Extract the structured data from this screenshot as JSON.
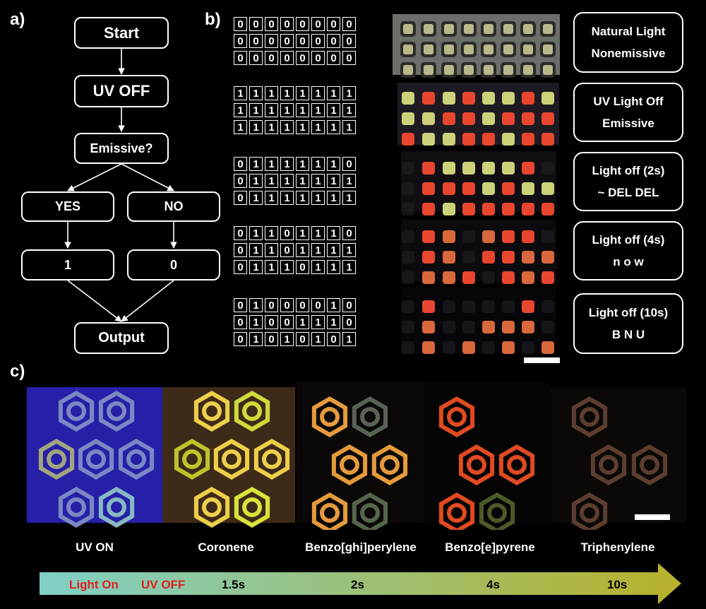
{
  "labels": {
    "a": "a)",
    "b": "b)",
    "c": "c)"
  },
  "flowchart": {
    "start": "Start",
    "uv_off": "UV OFF",
    "emissive": "Emissive?",
    "yes": "YES",
    "no": "NO",
    "one": "1",
    "zero": "0",
    "output": "Output"
  },
  "bit_groups": [
    {
      "rows": [
        "00000000",
        "00000000",
        "00000000"
      ],
      "line1": "Natural Light",
      "line2": "Nonemissive"
    },
    {
      "rows": [
        "11111111",
        "11111111",
        "11111111"
      ],
      "line1": "UV Light Off",
      "line2": "Emissive"
    },
    {
      "rows": [
        "01111110",
        "01111111",
        "01111111"
      ],
      "line1": "Light off (2s)",
      "line2": "~ DEL DEL"
    },
    {
      "rows": [
        "01101110",
        "01101111",
        "01110111"
      ],
      "line1": "Light off (4s)",
      "line2": "n o w"
    },
    {
      "rows": [
        "01000010",
        "01001110",
        "01010101"
      ],
      "line1": "Light off (10s)",
      "line2": "B N U"
    }
  ],
  "dot_grids": [
    {
      "type": "natural",
      "colors": [
        [
          "t",
          "t",
          "t",
          "t",
          "t",
          "t",
          "t",
          "t"
        ],
        [
          "t",
          "t",
          "t",
          "t",
          "t",
          "t",
          "t",
          "t"
        ],
        [
          "t",
          "t",
          "t",
          "t",
          "t",
          "t",
          "t",
          "t"
        ]
      ]
    },
    {
      "type": "uv",
      "colors": [
        [
          "y",
          "r",
          "y",
          "r",
          "y",
          "y",
          "r",
          "y"
        ],
        [
          "y",
          "y",
          "r",
          "r",
          "y",
          "r",
          "r",
          "r"
        ],
        [
          "r",
          "y",
          "y",
          "r",
          "r",
          "y",
          "r",
          "r"
        ]
      ]
    },
    {
      "type": "uv",
      "colors": [
        [
          "x",
          "r",
          "y",
          "y",
          "y",
          "y",
          "r",
          "x"
        ],
        [
          "x",
          "r",
          "r",
          "r",
          "y",
          "r",
          "y",
          "y"
        ],
        [
          "x",
          "r",
          "y",
          "r",
          "r",
          "r",
          "r",
          "r"
        ]
      ]
    },
    {
      "type": "uv",
      "colors": [
        [
          "x",
          "r",
          "o",
          "x",
          "o",
          "r",
          "r",
          "x"
        ],
        [
          "x",
          "r",
          "o",
          "x",
          "r",
          "r",
          "o",
          "o"
        ],
        [
          "x",
          "o",
          "o",
          "r",
          "x",
          "r",
          "o",
          "r"
        ]
      ]
    },
    {
      "type": "uv",
      "colors": [
        [
          "x",
          "r",
          "x",
          "x",
          "x",
          "x",
          "r",
          "x"
        ],
        [
          "x",
          "o",
          "x",
          "x",
          "o",
          "o",
          "o",
          "x"
        ],
        [
          "x",
          "o",
          "x",
          "o",
          "x",
          "o",
          "x",
          "o"
        ]
      ]
    }
  ],
  "captions": [
    "UV ON",
    "Coronene",
    "Benzo[ghi]perylene",
    "Benzo[e]pyrene",
    "Triphenylene"
  ],
  "timeline": {
    "light_on": "Light On",
    "uv_off": "UV OFF",
    "t1": "1.5s",
    "t2": "2s",
    "t3": "4s",
    "t4": "10s"
  },
  "colors": {
    "red": "#e8462f",
    "yellow": "#cbd27a",
    "orange": "#d9683d",
    "tan": "#b9b88a",
    "uv_bg": "#2620a8",
    "arrow_start": "#7fd0c7",
    "arrow_end": "#b8b12a",
    "timeline_red": "#e0201c"
  }
}
